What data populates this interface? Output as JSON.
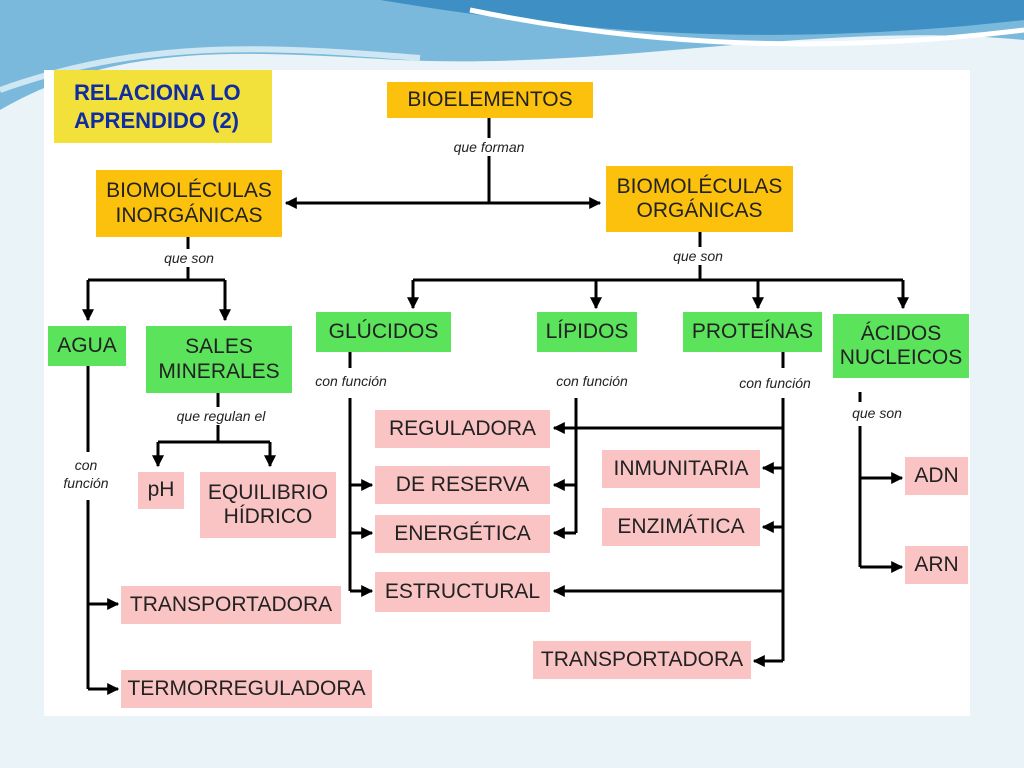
{
  "title": "RELACIONA LO\nAPRENDIDO (2)",
  "nodes": {
    "bioelementos": "BIOELEMENTOS",
    "inorganicas": "BIOMOLÉCULAS\nINORGÁNICAS",
    "organicas": "BIOMOLÉCULAS\nORGÁNICAS",
    "agua": "AGUA",
    "sales": "SALES\nMINERALES",
    "glucidos": "GLÚCIDOS",
    "lipidos": "LÍPIDOS",
    "proteinas": "PROTEÍNAS",
    "acidos": "ÁCIDOS\nNUCLEICOS",
    "ph": "pH",
    "equilibrio": "EQUILIBRIO\nHÍDRICO",
    "reguladora": "REGULADORA",
    "reserva": "DE RESERVA",
    "energetica": "ENERGÉTICA",
    "estructural": "ESTRUCTURAL",
    "inmunitaria": "INMUNITARIA",
    "enzimatica": "ENZIMÁTICA",
    "transp_prot": "TRANSPORTADORA",
    "transp_agua": "TRANSPORTADORA",
    "termo": "TERMORREGULADORA",
    "adn": "ADN",
    "arn": "ARN"
  },
  "labels": {
    "que_forman": "que forman",
    "que_son_inorg": "que son",
    "que_son_org": "que son",
    "que_regulan": "que regulan el",
    "con_funcion_agua": "con\nfunción",
    "con_funcion_gluc": "con función",
    "con_funcion_lip": "con función",
    "con_funcion_prot": "con función",
    "que_son_acidos": "que son"
  },
  "colors": {
    "orange": "#fcc10c",
    "green": "#5be35b",
    "pink": "#fac4c4",
    "title_bg": "#f2e13a",
    "title_text": "#0f2ca3"
  }
}
